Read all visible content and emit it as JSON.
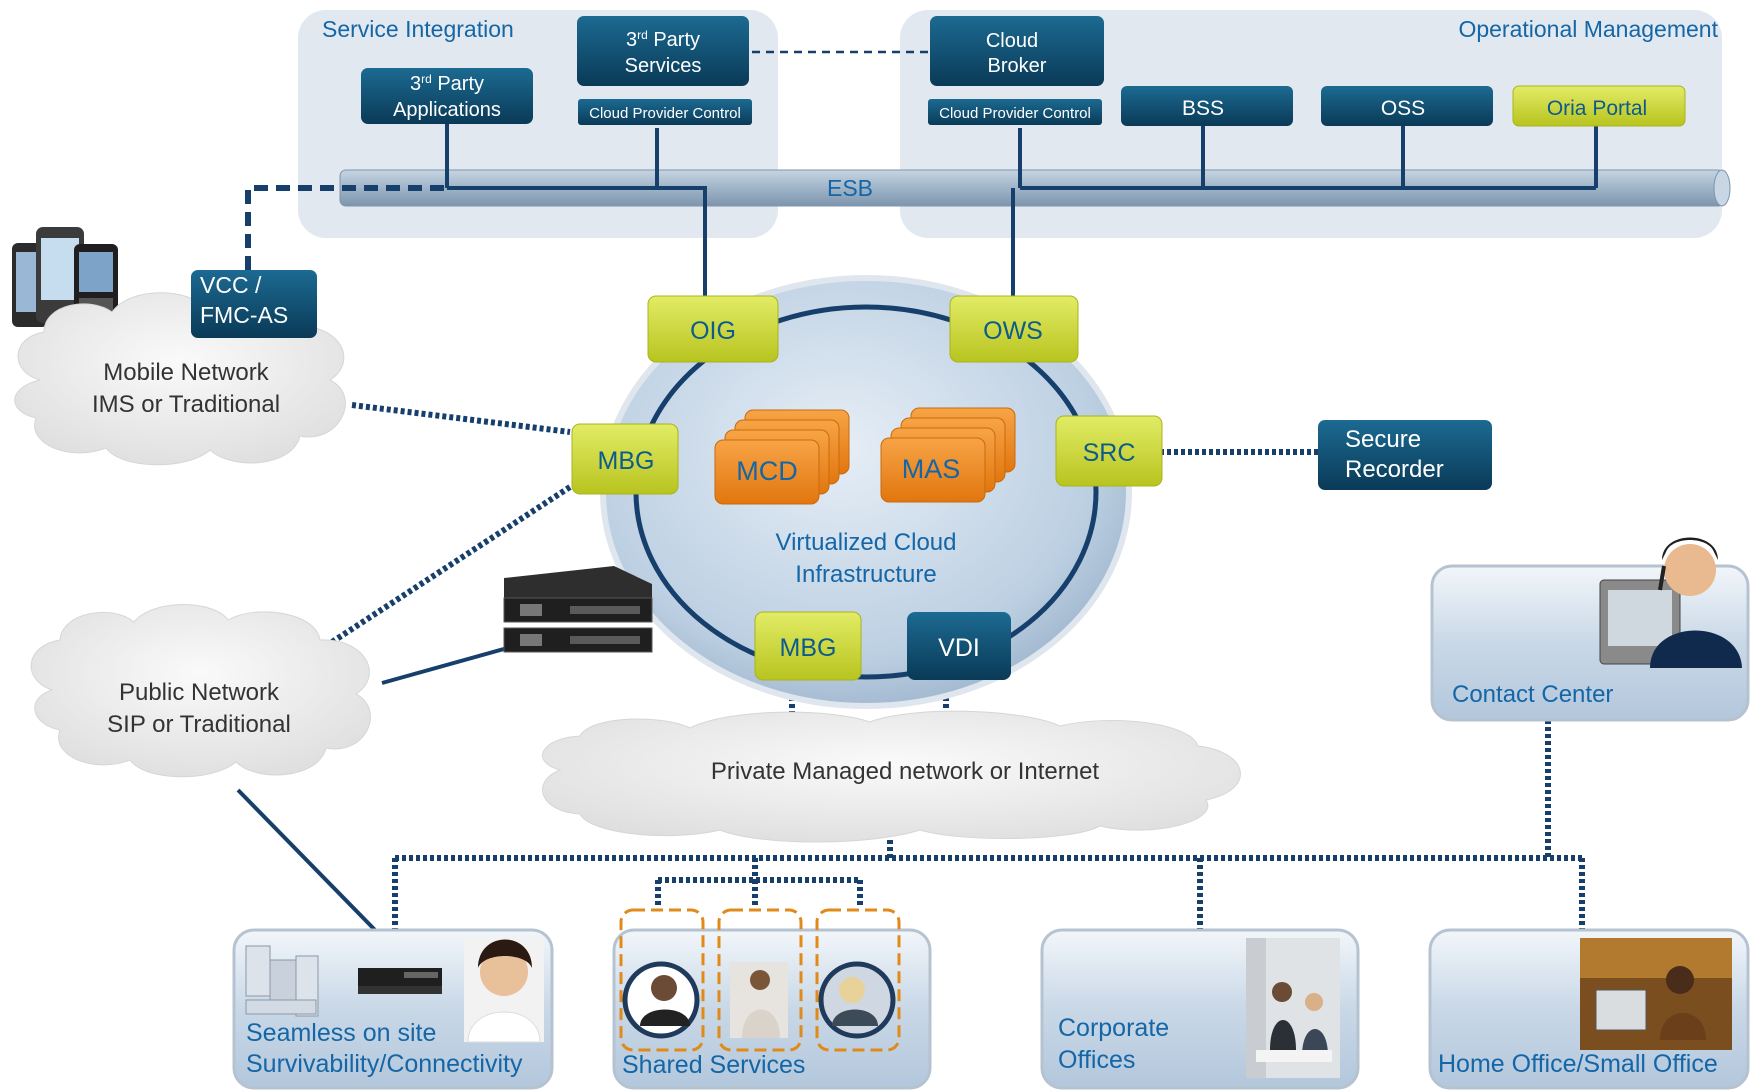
{
  "colors": {
    "panel": "#e3e8ef",
    "navy": "#0e4a6e",
    "navy_dark": "#0b3b58",
    "lime": "#c9d63a",
    "lime_text": "#0d5b8c",
    "orange": "#f08a1e",
    "title_blue": "#1466a6",
    "cloud": "#ededed",
    "link": "#1a4a7a",
    "dash_orange": "#e08a1a"
  },
  "panels": {
    "service_integration": "Service Integration",
    "operational_management": "Operational Management"
  },
  "nodes": {
    "third_party_apps": {
      "line1": "3",
      "sup": "rd",
      "line1b": " Party",
      "line2": "Applications"
    },
    "third_party_services": {
      "line1": "3",
      "sup": "rd",
      "line1b": " Party",
      "line2": "Services"
    },
    "cpc_left": "Cloud Provider Control",
    "cloud_broker": {
      "line1": "Cloud",
      "line2": "Broker"
    },
    "cpc_right": "Cloud Provider Control",
    "bss": "BSS",
    "oss": "OSS",
    "oria": "Oria Portal",
    "esb": "ESB",
    "vcc": {
      "line1": "VCC /",
      "line2": "FMC-AS"
    },
    "oig": "OIG",
    "ows": "OWS",
    "mbg_left": "MBG",
    "mbg_bottom": "MBG",
    "vdi": "VDI",
    "src": "SRC",
    "mcd": "MCD",
    "mas": "MAS",
    "secure_recorder": {
      "line1": "Secure",
      "line2": "Recorder"
    },
    "vci": {
      "line1": "Virtualized Cloud",
      "line2": "Infrastructure"
    }
  },
  "clouds": {
    "mobile": {
      "line1": "Mobile Network",
      "line2": "IMS or Traditional"
    },
    "public": {
      "line1": "Public Network",
      "line2": "SIP or Traditional"
    },
    "private": "Private Managed network or Internet"
  },
  "sites": {
    "contact_center": "Contact Center",
    "seamless": {
      "line1": "Seamless on site",
      "line2": "Survivability/Connectivity"
    },
    "shared": "Shared Services",
    "corporate": {
      "line1": "Corporate",
      "line2": "Offices"
    },
    "home_office": "Home Office/Small Office"
  }
}
